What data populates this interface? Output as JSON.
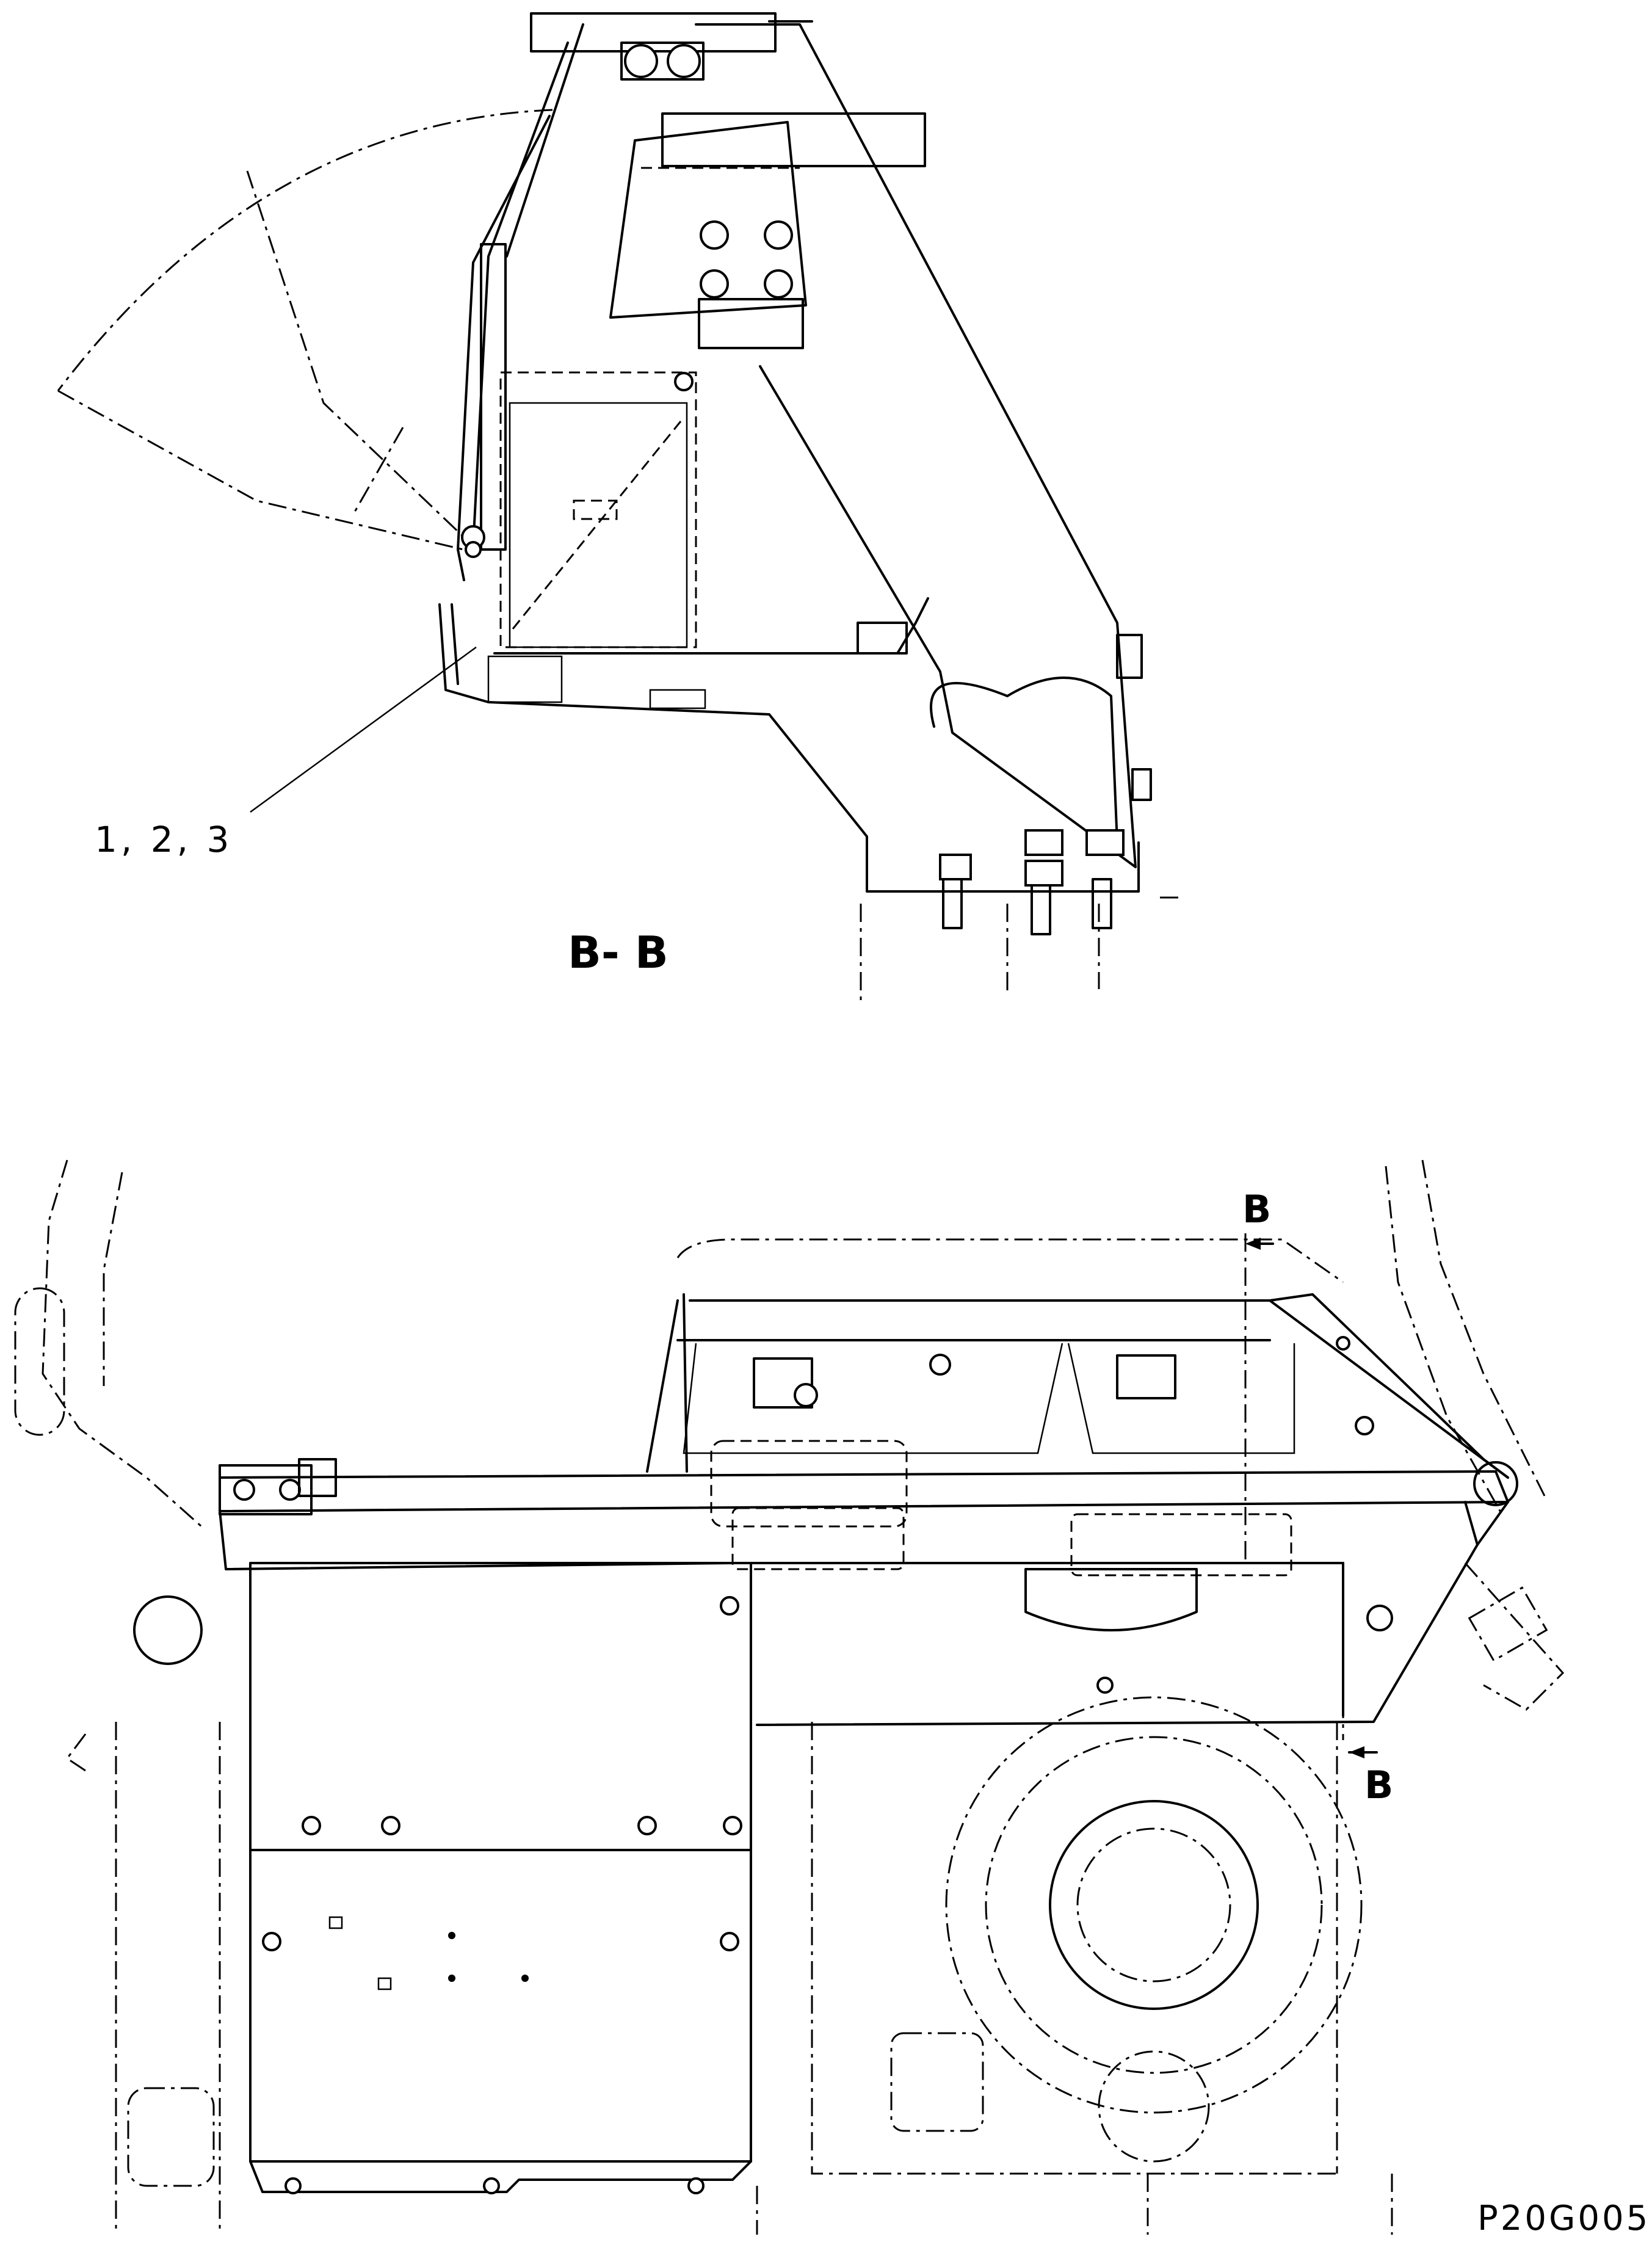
{
  "labels": {
    "callout": "1, 2, 3",
    "section_title": "B- B",
    "section_mark_top": "B",
    "section_mark_bottom": "B",
    "drawing_number": "P20G005"
  }
}
